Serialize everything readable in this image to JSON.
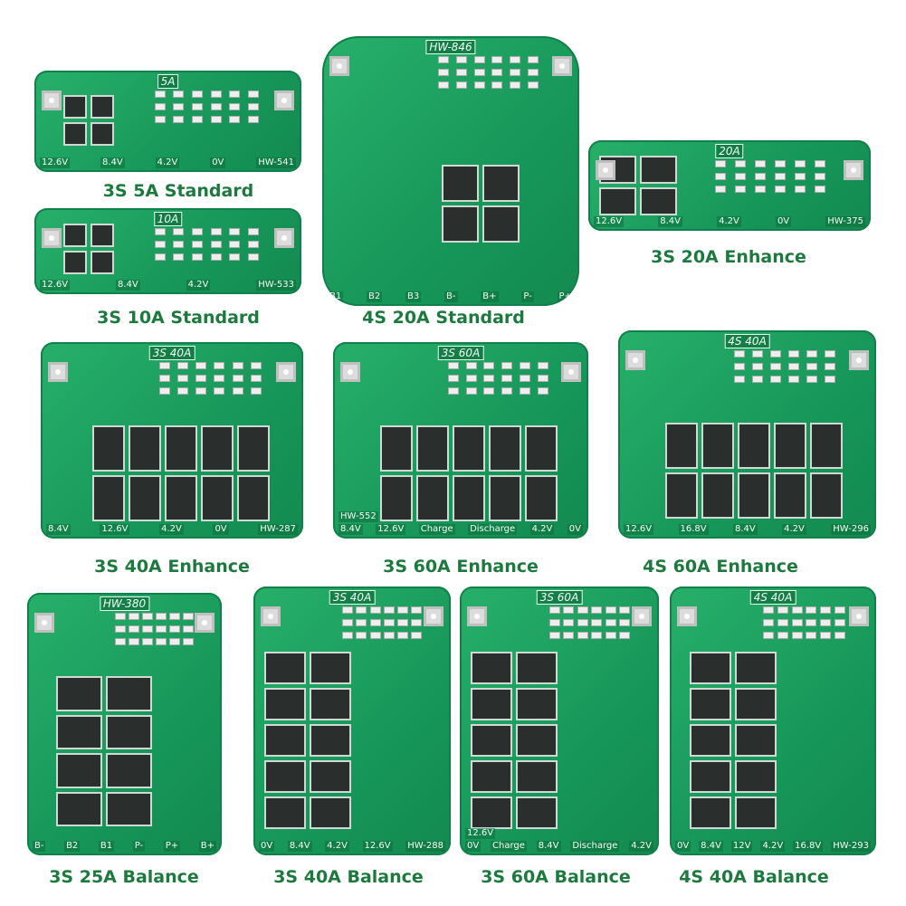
{
  "colors": {
    "board": "#1c9f5e",
    "caption": "#1d7a3e",
    "chip": "#2a2f2d"
  },
  "boards": [
    {
      "caption": "3S 5A Standard",
      "badge": "5A",
      "silk": [
        "12.6V",
        "8.4V",
        "4.2V",
        "0V",
        "HW-541"
      ]
    },
    {
      "caption": "3S 10A Standard",
      "badge": "10A",
      "silk": [
        "12.6V",
        "8.4V",
        "4.2V",
        "HW-533"
      ]
    },
    {
      "caption": "4S 20A Standard",
      "badge": "HW-846",
      "silk": [
        "B1",
        "B2",
        "B3",
        "B-",
        "B+",
        "P-",
        "P+"
      ]
    },
    {
      "caption": "3S 20A Enhance",
      "badge": "20A",
      "silk": [
        "12.6V",
        "8.4V",
        "4.2V",
        "0V",
        "HW-375"
      ]
    },
    {
      "caption": "3S 40A Enhance",
      "badge": "3S 40A",
      "silk": [
        "8.4V",
        "12.6V",
        "4.2V",
        "0V",
        "HW-287"
      ]
    },
    {
      "caption": "3S 60A Enhance",
      "badge": "3S 60A",
      "silk": [
        "8.4V",
        "12.6V",
        "Charge",
        "Discharge",
        "4.2V",
        "0V",
        "HW-552"
      ]
    },
    {
      "caption": "4S 60A Enhance",
      "badge": "4S 40A",
      "silk": [
        "12.6V",
        "16.8V",
        "8.4V",
        "4.2V",
        "HW-296"
      ]
    },
    {
      "caption": "3S 25A Balance",
      "badge": "HW-380",
      "silk": [
        "B-",
        "B2",
        "B1",
        "P-",
        "P+",
        "B+"
      ]
    },
    {
      "caption": "3S 40A  Balance",
      "badge": "3S 40A",
      "silk": [
        "0V",
        "8.4V",
        "4.2V",
        "12.6V",
        "HW-288"
      ]
    },
    {
      "caption": "3S 60A  Balance",
      "badge": "3S 60A",
      "silk": [
        "0V",
        "Charge",
        "8.4V",
        "Discharge",
        "4.2V",
        "12.6V"
      ]
    },
    {
      "caption": "4S 40A  Balance",
      "badge": "4S 40A",
      "silk": [
        "0V",
        "8.4V",
        "12V",
        "4.2V",
        "16.8V",
        "HW-293"
      ]
    }
  ]
}
